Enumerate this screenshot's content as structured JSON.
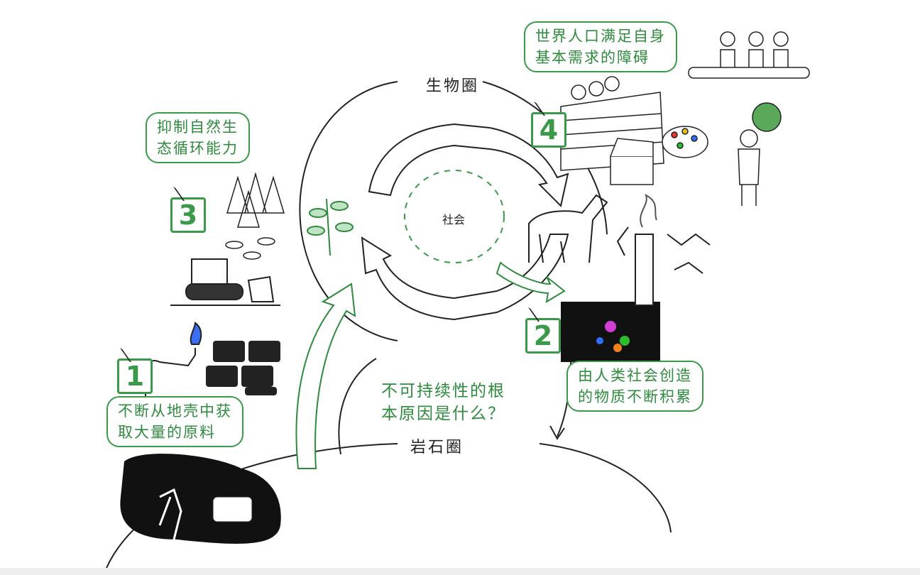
{
  "labels": {
    "biosphere": "生物圈",
    "lithosphere": "岩石圈",
    "society": "社会"
  },
  "question": {
    "line1": "不可持续性的根",
    "line2": "本原因是什么？"
  },
  "boxes": {
    "b1": {
      "number": "1",
      "line1": "不断从地壳中获",
      "line2": "取大量的原料"
    },
    "b2": {
      "number": "2",
      "line1": "由人类社会创造",
      "line2": "的物质不断积累"
    },
    "b3": {
      "number": "3",
      "line1": "抑制自然生",
      "line2": "态循环能力"
    },
    "b4": {
      "number": "4",
      "line1": "世界人口满足自身",
      "line2": "基本需求的障碍"
    }
  },
  "colors": {
    "accent": "#3a9a4a",
    "ink": "#222222"
  }
}
